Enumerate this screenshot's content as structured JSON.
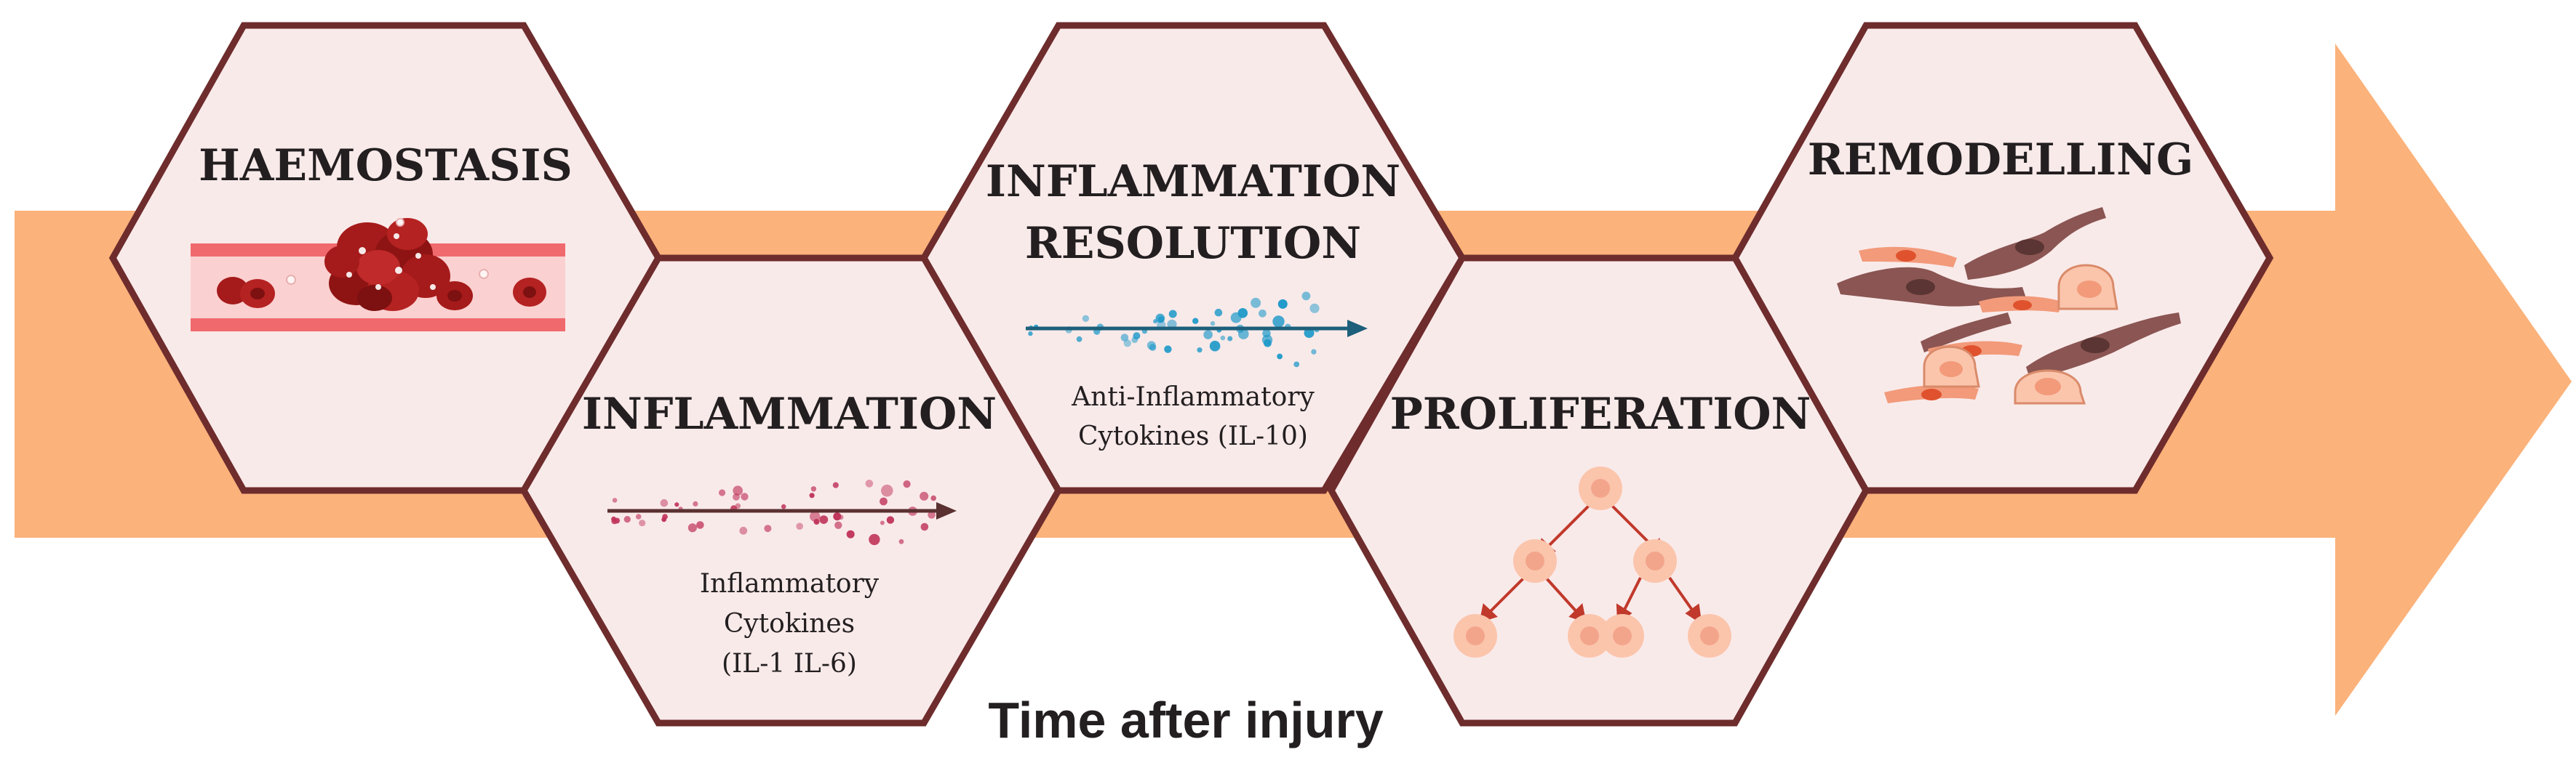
{
  "diagram": {
    "axis_label": "Time after injury",
    "stages": [
      {
        "title_lines": [
          "HAEMOSTASIS"
        ]
      },
      {
        "title_lines": [
          "INFLAMMATION"
        ],
        "caption_lines": [
          "Inflammatory",
          "Cytokines",
          "(IL-1 IL-6)"
        ]
      },
      {
        "title_lines": [
          "INFLAMMATION",
          "RESOLUTION"
        ],
        "caption_lines": [
          "Anti-Inflammatory",
          "Cytokines (IL-10)"
        ]
      },
      {
        "title_lines": [
          "PROLIFERATION"
        ]
      },
      {
        "title_lines": [
          "REMODELLING"
        ]
      }
    ]
  },
  "colors": {
    "timeline_arrow": "#fbb27b",
    "hexagon_fill": "#f9eaea",
    "hexagon_stroke": "#6e2c2c",
    "blood_red": "#a51a1a",
    "vessel_wall": "#f0696d",
    "inflammatory_dots": "#c0345a",
    "anti_inflammatory_dots": "#1f9ac9",
    "cell_peach": "#fbc5ac",
    "fibroblast_brown": "#8a5552"
  }
}
